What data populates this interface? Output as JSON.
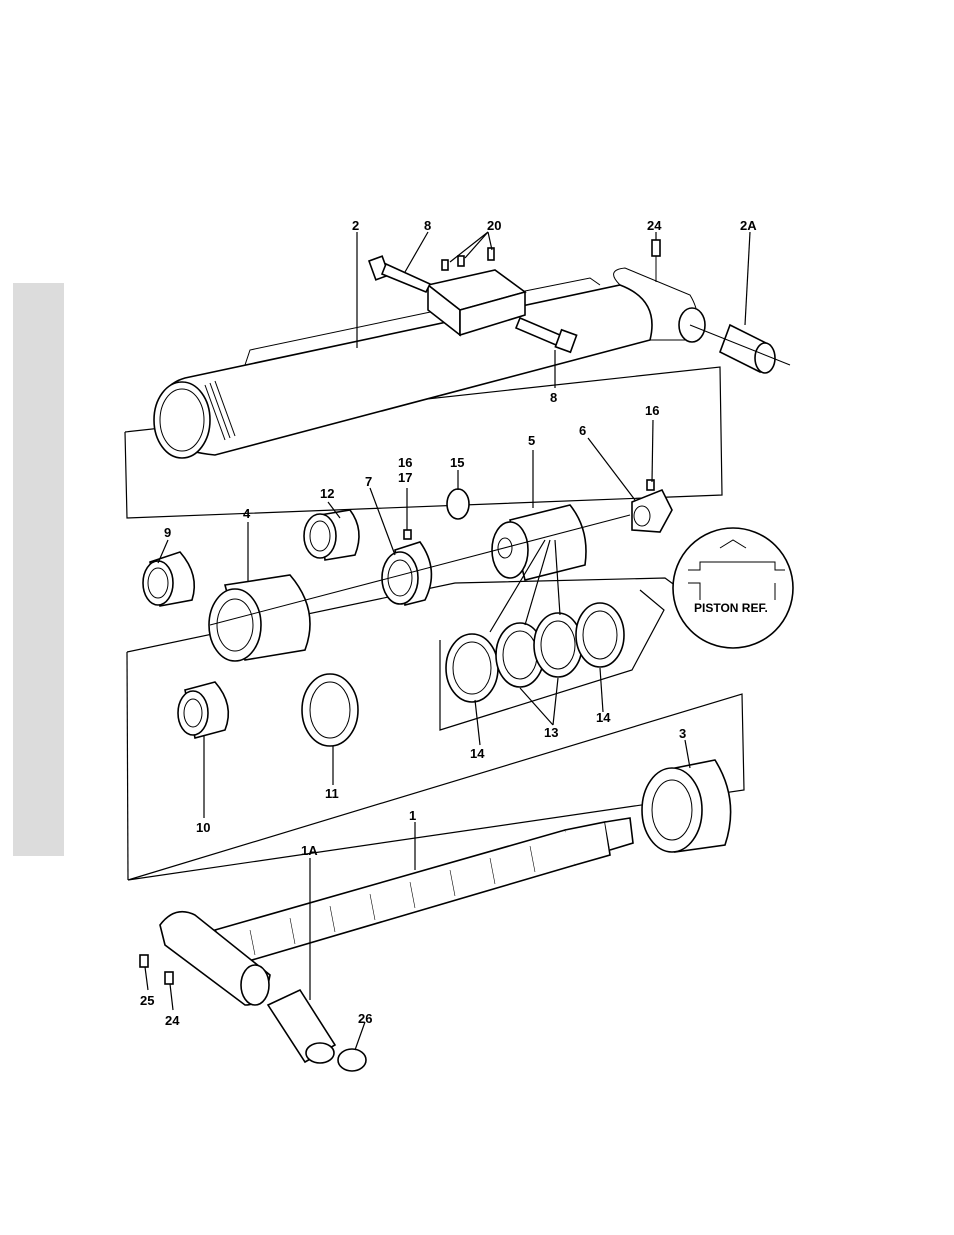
{
  "labels": {
    "l2": "2",
    "l8a": "8",
    "l20": "20",
    "l24a": "24",
    "l2A": "2A",
    "l8b": "8",
    "l16a": "16",
    "l6": "6",
    "l5": "5",
    "l15": "15",
    "l16b": "16",
    "l17": "17",
    "l7": "7",
    "l12": "12",
    "l4": "4",
    "l9": "9",
    "l14a": "14",
    "l13": "13",
    "l14b": "14",
    "l10": "10",
    "l11": "11",
    "l3": "3",
    "l1": "1",
    "l1A": "1A",
    "l25": "25",
    "l24b": "24",
    "l26": "26"
  },
  "inset": {
    "label": "PISTON REF."
  }
}
